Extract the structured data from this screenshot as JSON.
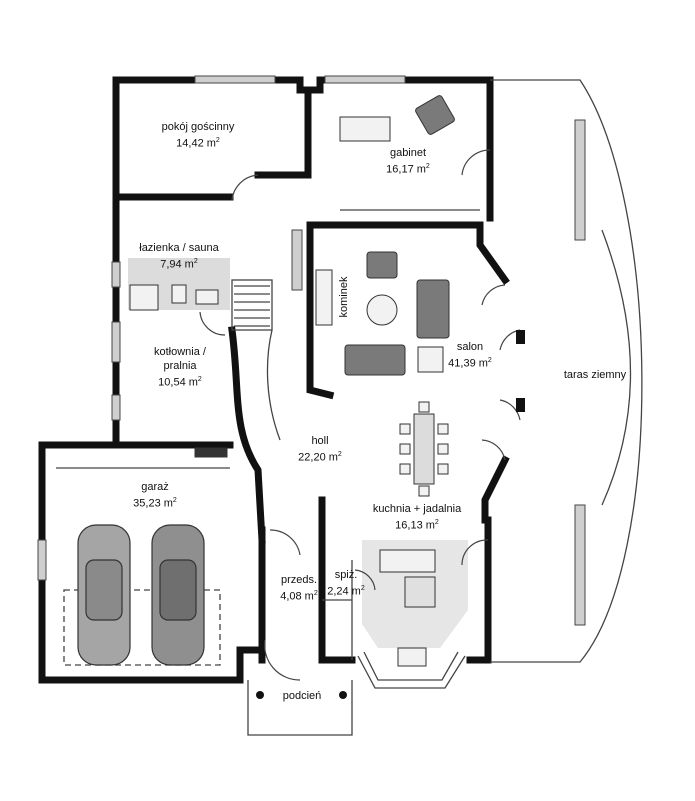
{
  "rooms": [
    {
      "id": "pokoj",
      "name": "pokój gościnny",
      "area": "14,42 m",
      "unit_sup": "2"
    },
    {
      "id": "gabinet",
      "name": "gabinet",
      "area": "16,17 m",
      "unit_sup": "2"
    },
    {
      "id": "lazienka",
      "name": "łazienka / sauna",
      "area": "7,94 m",
      "unit_sup": "2"
    },
    {
      "id": "kotlownia",
      "name": "kotłownia / pralnia",
      "area": "10,54 m",
      "unit_sup": "2"
    },
    {
      "id": "salon",
      "name": "salon",
      "area": "41,39 m",
      "unit_sup": "2"
    },
    {
      "id": "holl",
      "name": "holl",
      "area": "22,20 m",
      "unit_sup": "2"
    },
    {
      "id": "garaz",
      "name": "garaż",
      "area": "35,23 m",
      "unit_sup": "2"
    },
    {
      "id": "kuchnia",
      "name": "kuchnia + jadalnia",
      "area": "16,13 m",
      "unit_sup": "2"
    },
    {
      "id": "przeds",
      "name": "przeds.",
      "area": "4,08 m",
      "unit_sup": "2"
    },
    {
      "id": "spiz",
      "name": "spiż.",
      "area": "2,24 m",
      "unit_sup": "2"
    }
  ],
  "labels": {
    "kominek": "kominek",
    "taras": "taras ziemny",
    "podcien": "podcień"
  },
  "colors": {
    "wall": "#111111",
    "thin_line": "#444444",
    "wet_floor": "#dcdcdc",
    "kitchen_floor": "#e4e4e4",
    "furniture": "#7a7a7a",
    "car": "#9a9a9a",
    "window": "#cfcfcf"
  }
}
